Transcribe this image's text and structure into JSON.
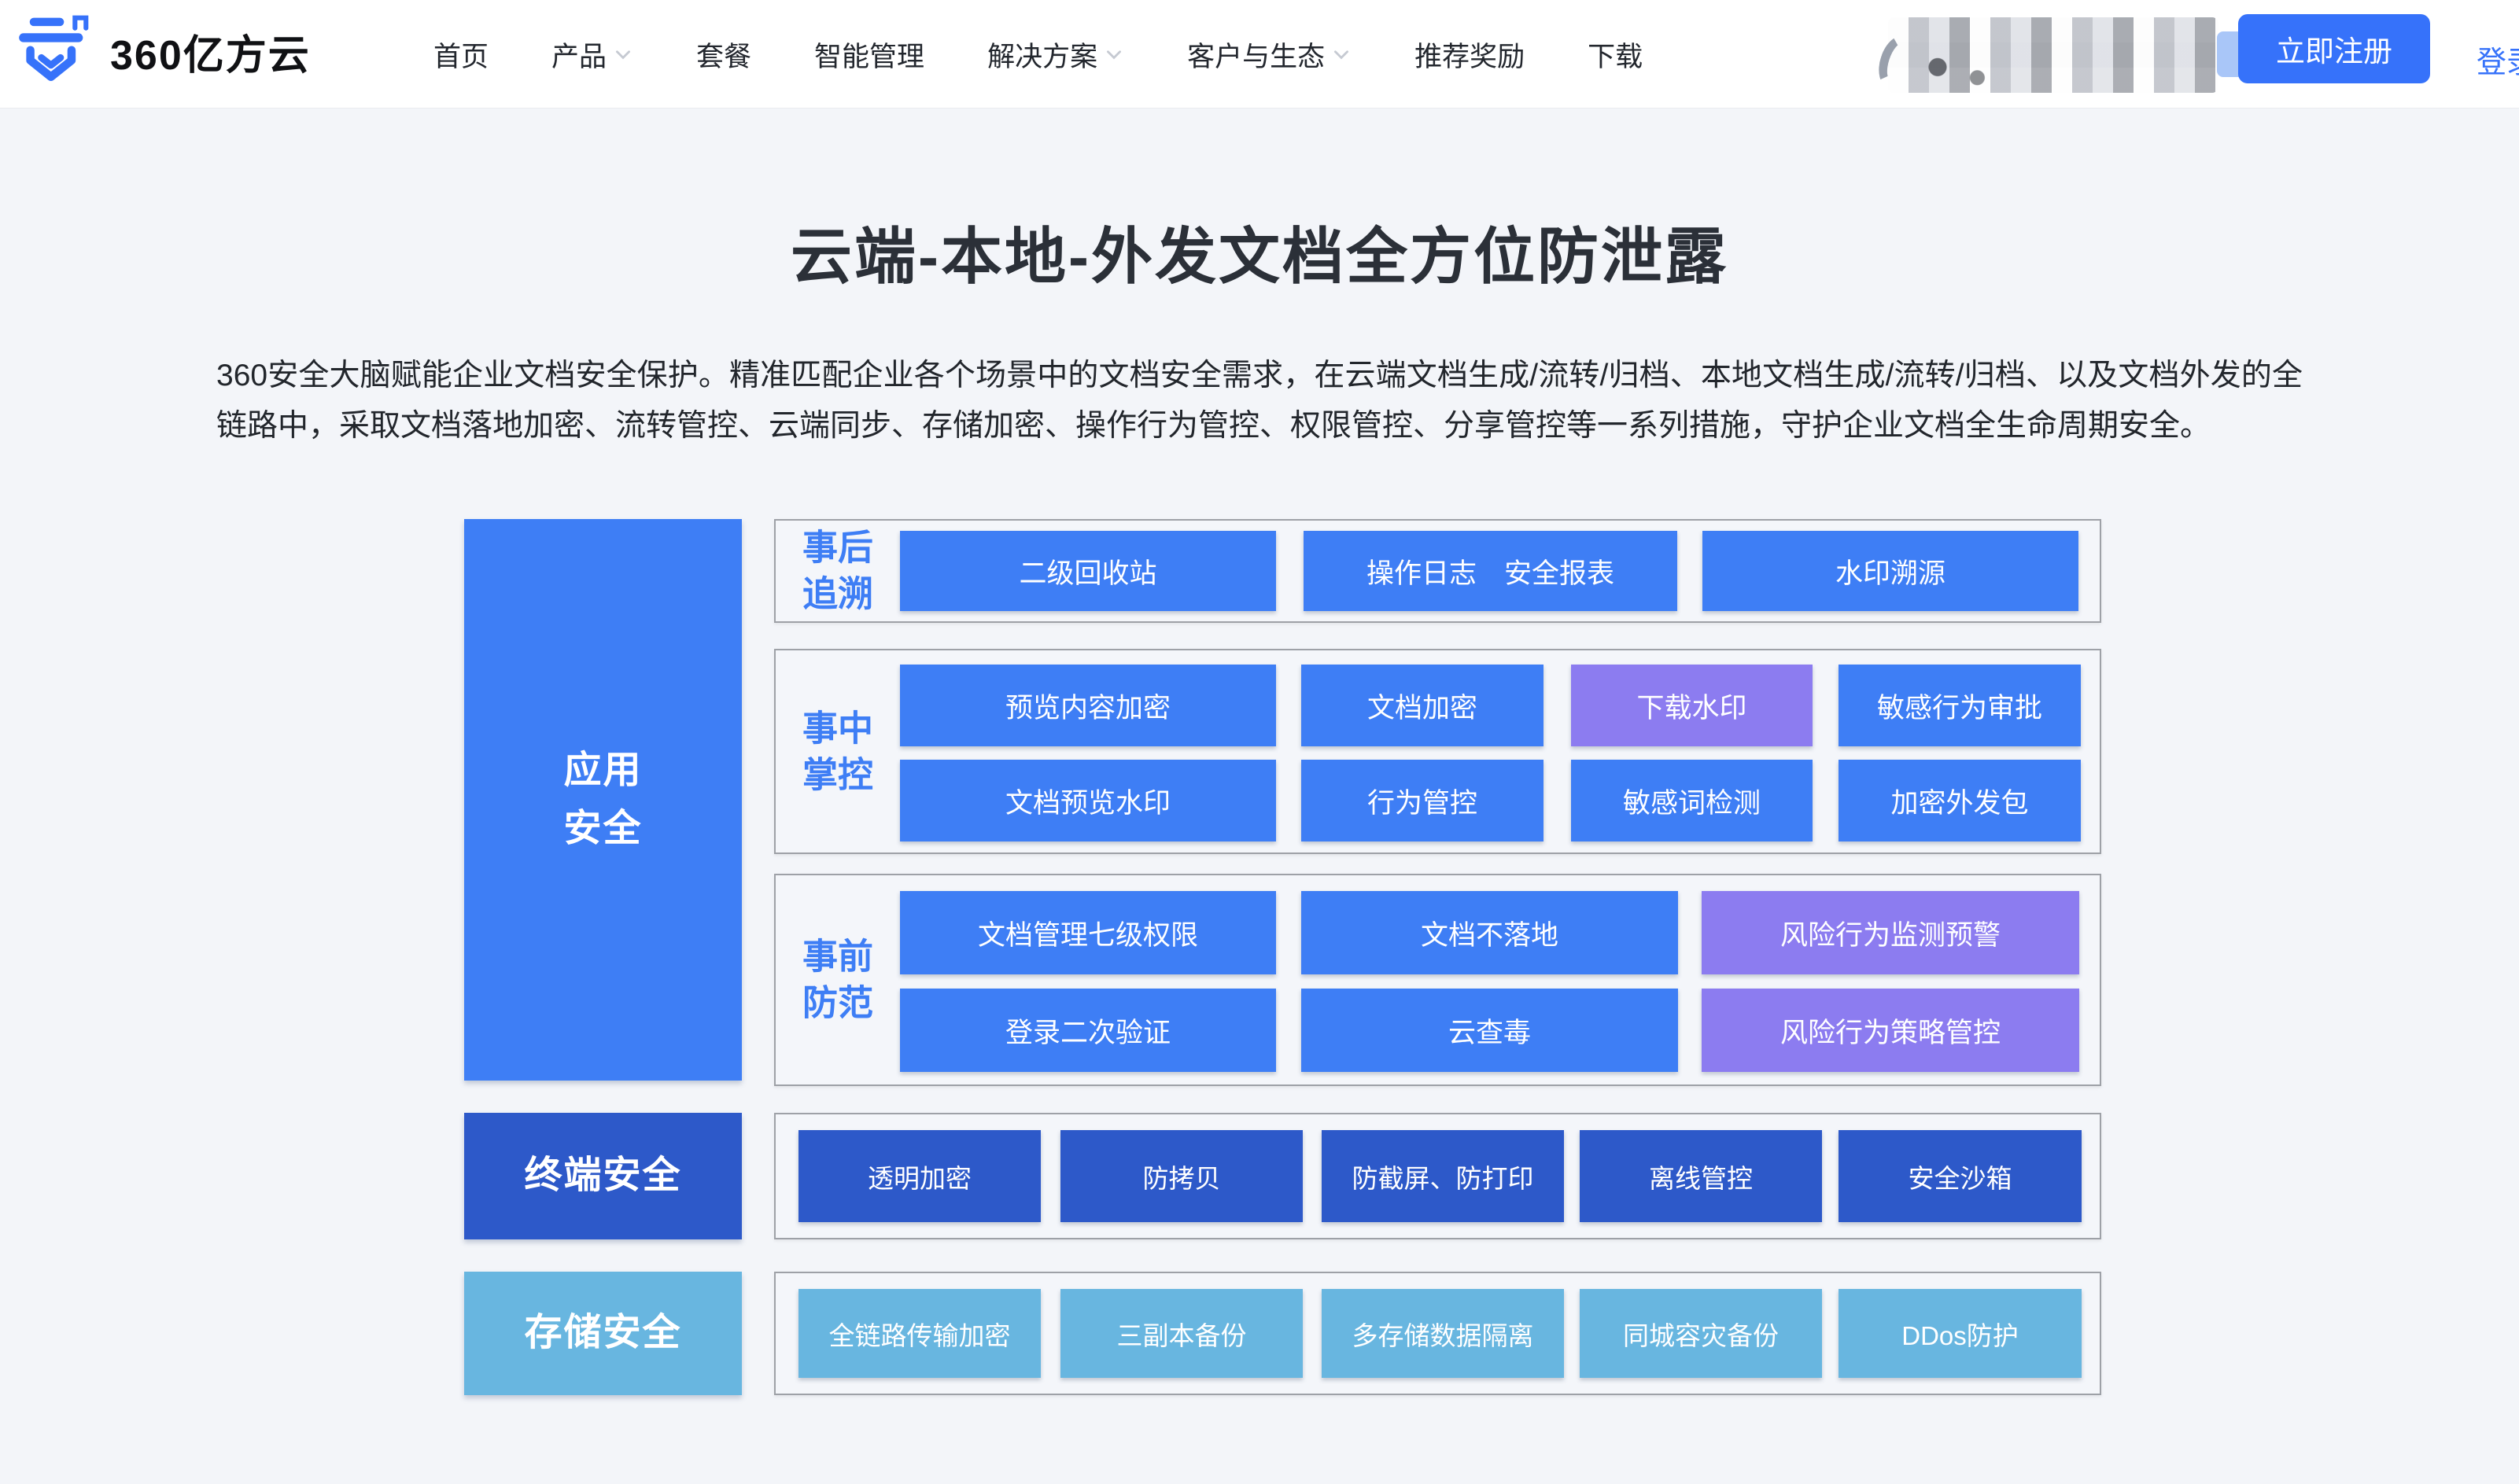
{
  "brand": {
    "name": "360亿方云"
  },
  "nav": {
    "items": [
      {
        "label": "首页",
        "dropdown": false
      },
      {
        "label": "产品",
        "dropdown": true
      },
      {
        "label": "套餐",
        "dropdown": false
      },
      {
        "label": "智能管理",
        "dropdown": false
      },
      {
        "label": "解决方案",
        "dropdown": true
      },
      {
        "label": "客户与生态",
        "dropdown": true
      },
      {
        "label": "推荐奖励",
        "dropdown": false
      },
      {
        "label": "下载",
        "dropdown": false
      }
    ]
  },
  "account": {
    "register_label": "立即注册",
    "login_label": "登录"
  },
  "hero": {
    "title": "云端-本地-外发文档全方位防泄露",
    "description": "360安全大脑赋能企业文档安全保护。精准匹配企业各个场景中的文档安全需求，在云端文档生成/流转/归档、本地文档生成/流转/归档、以及文档外发的全链路中，采取文档落地加密、流转管控、云端同步、存储加密、操作行为管控、权限管控、分享管控等一系列措施，守护企业文档全生命周期安全。"
  },
  "diagram": {
    "side": [
      {
        "lines": [
          "应用",
          "安全"
        ]
      },
      {
        "lines": [
          "终端安全"
        ]
      },
      {
        "lines": [
          "存储安全"
        ]
      }
    ],
    "panels": [
      {
        "label_lines": [
          "事后",
          "追溯"
        ],
        "rows": [
          [
            {
              "label": "二级回收站"
            },
            {
              "label": "操作日志　安全报表"
            },
            {
              "label": "水印溯源"
            }
          ]
        ]
      },
      {
        "label_lines": [
          "事中",
          "掌控"
        ],
        "rows": [
          [
            {
              "label": "预览内容加密"
            },
            {
              "label": "文档加密"
            },
            {
              "label": "下载水印"
            },
            {
              "label": "敏感行为审批"
            }
          ],
          [
            {
              "label": "文档预览水印"
            },
            {
              "label": "行为管控"
            },
            {
              "label": "敏感词检测"
            },
            {
              "label": "加密外发包"
            }
          ]
        ]
      },
      {
        "label_lines": [
          "事前",
          "防范"
        ],
        "rows": [
          [
            {
              "label": "文档管理七级权限"
            },
            {
              "label": "文档不落地"
            },
            {
              "label": "风险行为监测预警"
            }
          ],
          [
            {
              "label": "登录二次验证"
            },
            {
              "label": "云查毒"
            },
            {
              "label": "风险行为策略管控"
            }
          ]
        ]
      },
      {
        "rows": [
          [
            {
              "label": "透明加密"
            },
            {
              "label": "防拷贝"
            },
            {
              "label": "防截屏、防打印"
            },
            {
              "label": "离线管控"
            },
            {
              "label": "安全沙箱"
            }
          ]
        ]
      },
      {
        "rows": [
          [
            {
              "label": "全链路传输加密"
            },
            {
              "label": "三副本备份"
            },
            {
              "label": "多存储数据隔离"
            },
            {
              "label": "同城容灾备份"
            },
            {
              "label": "DDos防护"
            }
          ]
        ]
      }
    ]
  },
  "icons": {
    "brand_logo": "shield-cloud",
    "nav_dropdown": "chevron-down"
  },
  "colors": {
    "primary_blue": "#3E7EF5",
    "dark_blue": "#2D59C9",
    "light_blue": "#68B6E0",
    "purple": "#8C7CF0",
    "accent_button": "#3672FA",
    "page_background": "#F3F5F9",
    "panel_border": "#9EA1A7"
  }
}
